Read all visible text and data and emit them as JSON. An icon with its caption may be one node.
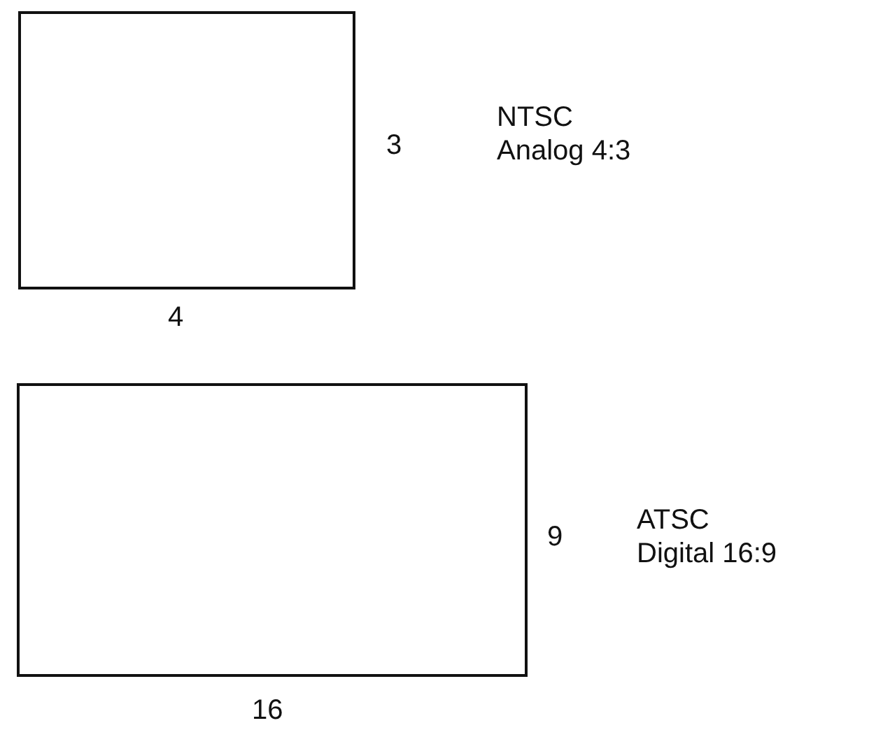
{
  "diagram": {
    "nodes": [
      {
        "text": [],
        "shape": "box",
        "beside": [
          "3",
          "NTSC Analog 4:3",
          "4"
        ]
      },
      {
        "text": [],
        "shape": "box",
        "beside": [
          "9",
          "ATSC Digital 16:9",
          "16"
        ]
      }
    ]
  }
}
